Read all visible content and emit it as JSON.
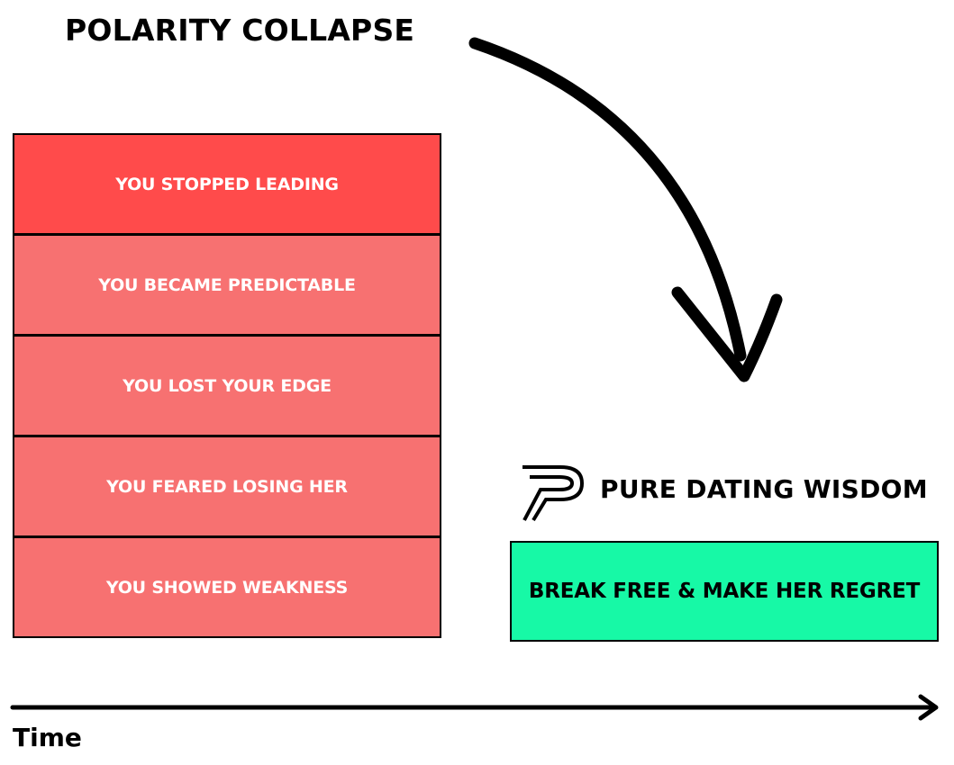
{
  "title": "POLARITY COLLAPSE",
  "stack": {
    "items": [
      {
        "label": "YOU STOPPED LEADING",
        "color": "#ff4b4b"
      },
      {
        "label": "YOU BECAME PREDICTABLE",
        "color": "#f77171"
      },
      {
        "label": "YOU LOST YOUR EDGE",
        "color": "#f77171"
      },
      {
        "label": "YOU FEARED LOSING HER",
        "color": "#f77171"
      },
      {
        "label": "YOU SHOWED WEAKNESS",
        "color": "#f77171"
      }
    ]
  },
  "brand": {
    "name": "PURE DATING WISDOM",
    "logo_icon": "pure-dating-wisdom-logo-icon"
  },
  "cta": {
    "label": "BREAK FREE & MAKE HER REGRET",
    "color": "#17f9a6"
  },
  "axis": {
    "label": "Time",
    "icon": "right-arrow-icon"
  },
  "arrow": {
    "icon": "curved-down-arrow-icon"
  }
}
